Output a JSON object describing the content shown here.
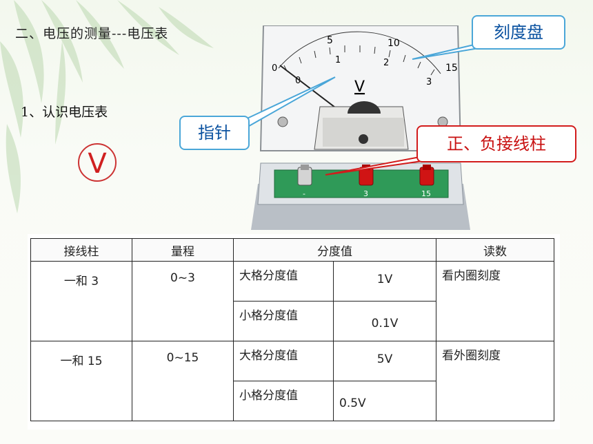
{
  "slide": {
    "heading": "二、电压的测量---电压表",
    "subheading": "1、认识电压表",
    "symbol": "V"
  },
  "meter": {
    "scale_top": [
      "5",
      "10",
      "15"
    ],
    "scale_bottom": [
      "1",
      "2",
      "3"
    ],
    "zero_outer": "0",
    "zero_inner": "0",
    "unit": "V",
    "terminals": [
      "-",
      "3",
      "15"
    ]
  },
  "callouts": {
    "dial": "刻度盘",
    "pointer": "指针",
    "terminals": "正、负接线柱"
  },
  "table": {
    "headers": [
      "接线柱",
      "量程",
      "分度值",
      "读数"
    ],
    "groups": [
      {
        "terminal": "一和 3",
        "range": "0~3",
        "big_label": "大格分度值",
        "big_value": "1V",
        "small_label": "小格分度值",
        "small_value": "0.1V",
        "reading": "看内圈刻度"
      },
      {
        "terminal": "一和 15",
        "range": "0~15",
        "big_label": "大格分度值",
        "big_value": "5V",
        "small_label": "小格分度值",
        "small_value": "0.5V",
        "reading": "看外圈刻度"
      }
    ]
  },
  "colors": {
    "callout_blue": "#0b52a0",
    "callout_red": "#c81010",
    "symbol_red": "#d02020"
  }
}
